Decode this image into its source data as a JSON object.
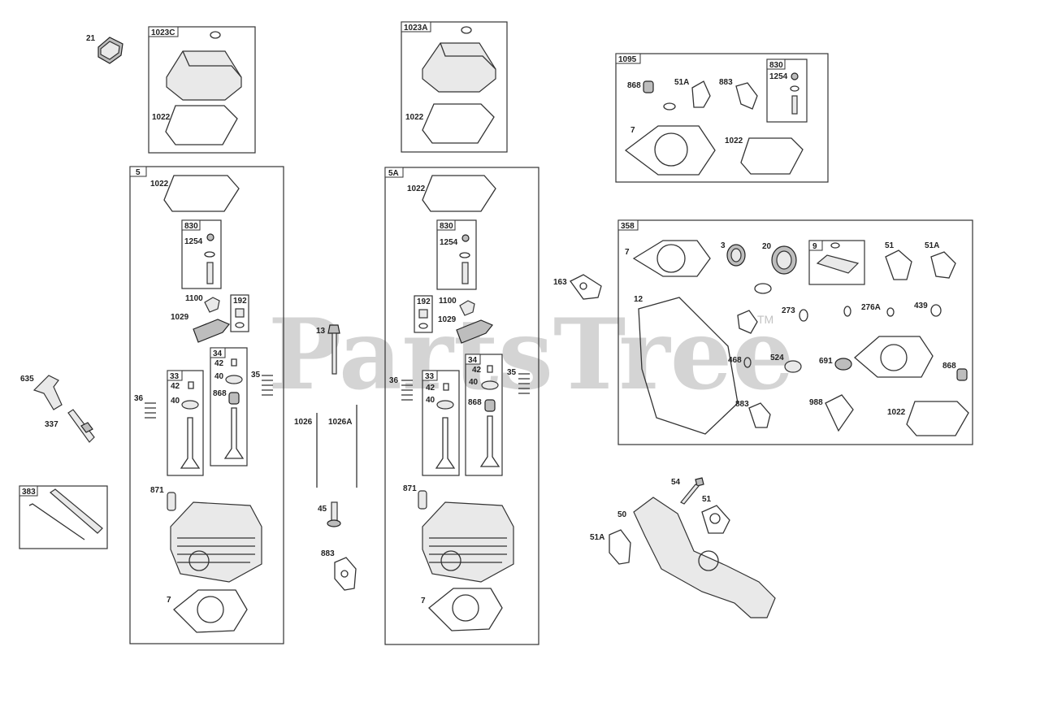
{
  "watermark": {
    "text": "PartsTree",
    "mark": "TM"
  },
  "box_labels": {
    "b1023c": "1023C",
    "b1023a": "1023A",
    "b1095": "1095",
    "b1095_830": "830",
    "b5": "5",
    "b5a": "5A",
    "b5_830": "830",
    "b5a_830": "830",
    "b5_192": "192",
    "b5a_192": "192",
    "b5_33": "33",
    "b5_34": "34",
    "b5a_33": "33",
    "b5a_34": "34",
    "b358": "358",
    "b358_9": "9",
    "b383": "383"
  },
  "labels": {
    "l21": "21",
    "l1023c_1022": "1022",
    "l1023a_1022": "1022",
    "l1095_868": "868",
    "l1095_51a": "51A",
    "l1095_883": "883",
    "l1095_1254": "1254",
    "l1095_7": "7",
    "l1095_1022": "1022",
    "l5_1022": "1022",
    "l5_1254": "1254",
    "l5_1100": "1100",
    "l5_1029": "1029",
    "l5_42a": "42",
    "l5_40a": "40",
    "l5_42b": "42",
    "l5_40b": "40",
    "l5_868": "868",
    "l5_36": "36",
    "l5_35": "35",
    "l5_871": "871",
    "l5_7": "7",
    "l5a_1022": "1022",
    "l5a_1254": "1254",
    "l5a_1100": "1100",
    "l5a_1029": "1029",
    "l5a_42a": "42",
    "l5a_40a": "40",
    "l5a_42b": "42",
    "l5a_40b": "40",
    "l5a_868": "868",
    "l5a_36": "36",
    "l5a_35": "35",
    "l5a_871": "871",
    "l5a_7": "7",
    "l13": "13",
    "l1026": "1026",
    "l1026a": "1026A",
    "l45": "45",
    "l883": "883",
    "l635": "635",
    "l337": "337",
    "l163": "163",
    "l358_7": "7",
    "l358_3": "3",
    "l358_20": "20",
    "l358_51": "51",
    "l358_51a": "51A",
    "l358_12": "12",
    "l358_273": "273",
    "l358_276a": "276A",
    "l358_439": "439",
    "l358_468": "468",
    "l358_524": "524",
    "l358_691": "691",
    "l358_868": "868",
    "l358_883": "883",
    "l358_988": "988",
    "l358_1022": "1022",
    "l54": "54",
    "l51": "51",
    "l50": "50",
    "l51a": "51A"
  },
  "colors": {
    "line": "#333333",
    "part_fill": "#e9e9e9",
    "dark_fill": "#bdbdbd",
    "watermark": "#9a9a9a"
  }
}
